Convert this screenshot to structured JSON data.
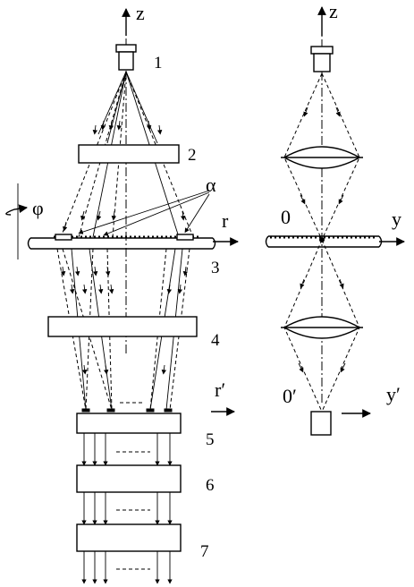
{
  "labels": {
    "component_1": "1",
    "component_2": "2",
    "component_3": "3",
    "component_4": "4",
    "component_5": "5",
    "component_6": "6",
    "component_7": "7",
    "axis_z_left": "z",
    "axis_z_right": "z",
    "axis_r": "r",
    "axis_r_prime": "r′",
    "axis_y": "y",
    "axis_y_prime": "y′",
    "angle_phi": "φ",
    "angle_alpha": "α",
    "origin_0": "0",
    "origin_0_prime": "0′"
  },
  "colors": {
    "ink": "#000000",
    "background": "#ffffff"
  }
}
